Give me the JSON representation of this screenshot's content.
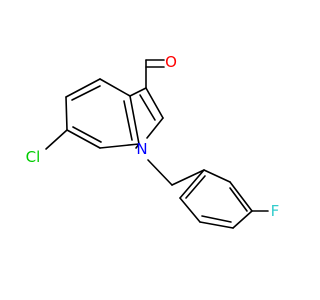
{
  "molecule": {
    "atoms": {
      "oxygen": {
        "symbol": "O",
        "color": "#ff0000"
      },
      "chlorine": {
        "symbol": "Cl",
        "color": "#00cc00"
      },
      "nitrogen": {
        "symbol": "N",
        "color": "#0000ff"
      },
      "fluorine": {
        "symbol": "F",
        "color": "#33cccc"
      }
    },
    "bond_color": "#000000",
    "background": "#ffffff"
  }
}
